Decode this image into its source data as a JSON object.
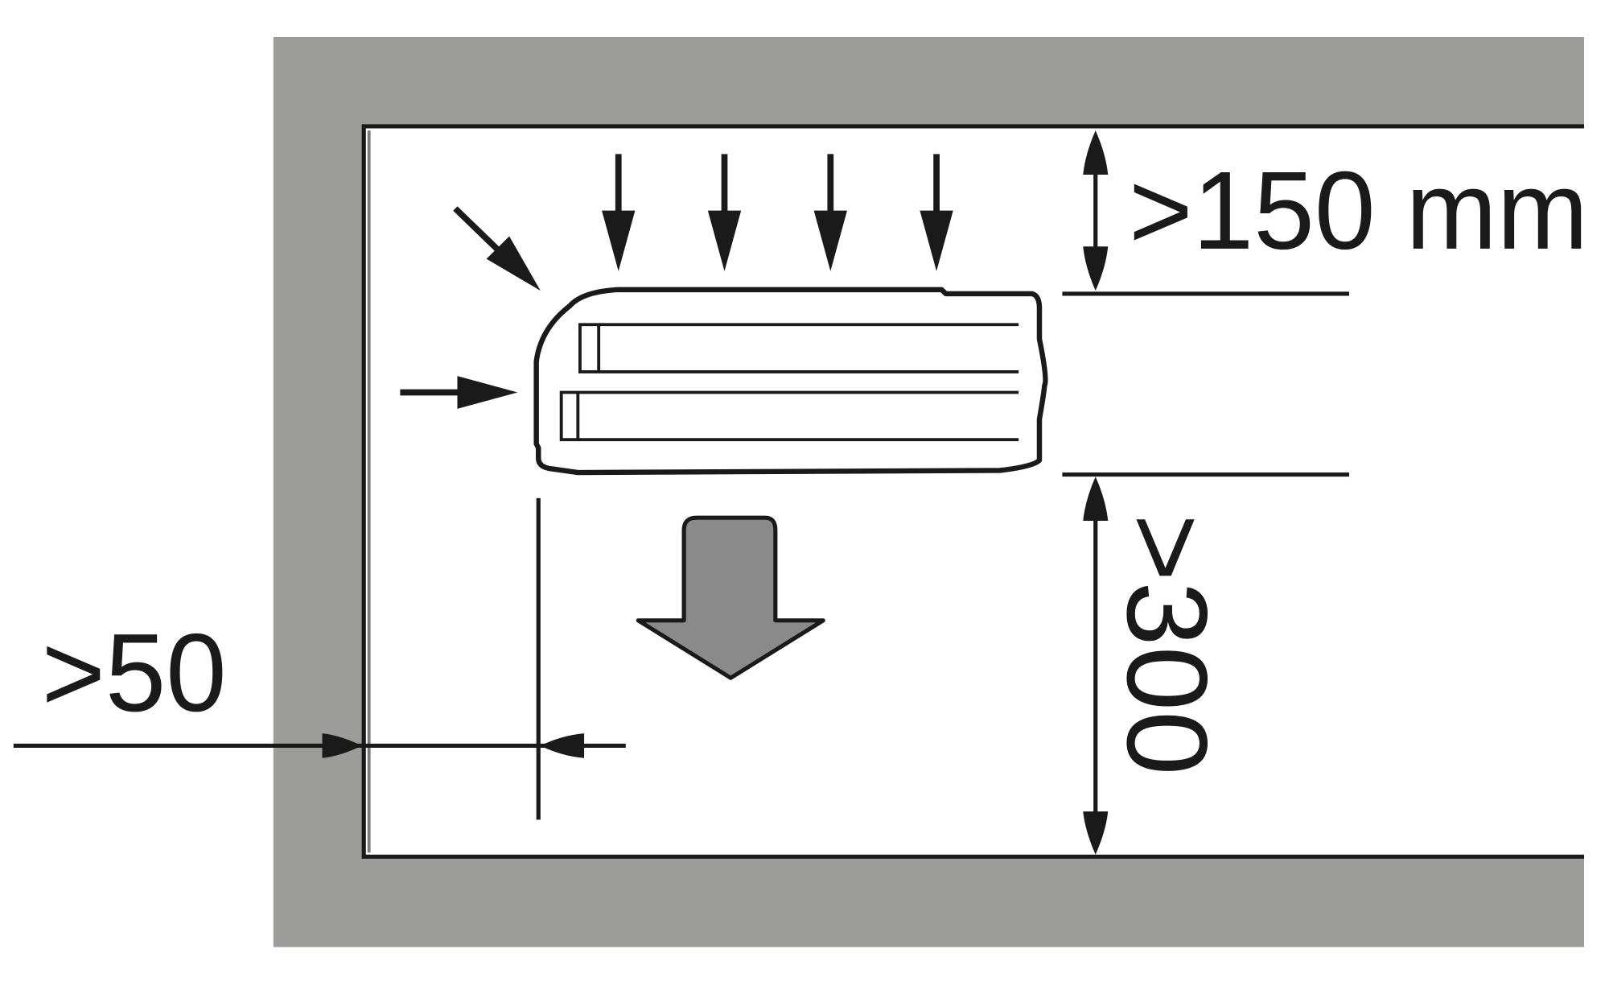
{
  "dimensions": {
    "top_clearance": {
      "text": ">150 mm"
    },
    "bottom_clearance": {
      "text": ">300"
    },
    "side_clearance": {
      "text": ">50"
    }
  },
  "colors": {
    "wall": "#9c9c9a",
    "line": "#1a1a1a",
    "airflow_out": "#8a8a8a",
    "background": "#ffffff"
  }
}
